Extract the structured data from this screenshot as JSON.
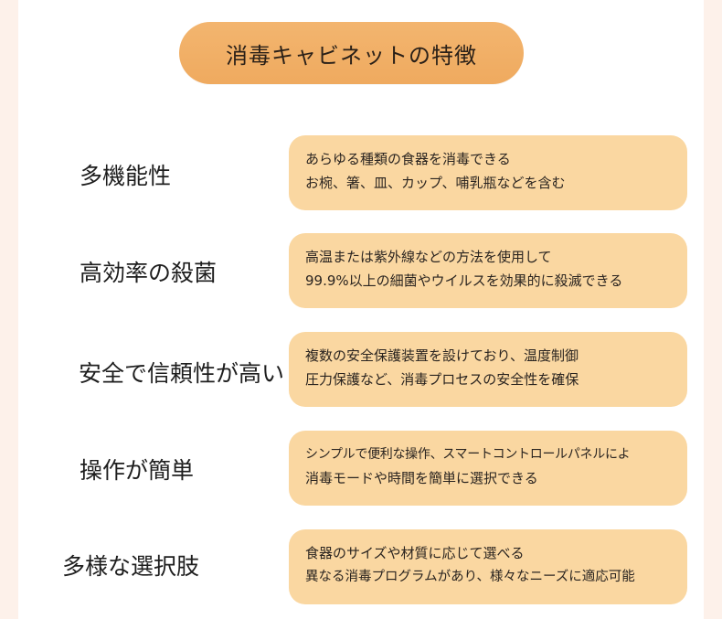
{
  "title": "消毒キャビネットの特徴",
  "features": [
    {
      "label": "多機能性",
      "lines": [
        "あらゆる種類の食器を消毒できる",
        "お椀、箸、皿、カップ、哺乳瓶などを含む"
      ]
    },
    {
      "label": "高効率の殺菌",
      "lines": [
        "高温または紫外線などの方法を使用して",
        "99.9%以上の細菌やウイルスを効果的に殺滅できる"
      ]
    },
    {
      "label": "安全で信頼性が高い",
      "lines": [
        "複数の安全保護装置を設けており、温度制御",
        "圧力保護など、消毒プロセスの安全性を確保"
      ]
    },
    {
      "label": "操作が簡単",
      "lines": [
        "シンプルで便利な操作、スマートコントロールパネルによ",
        "消毒モードや時間を簡単に選択できる"
      ]
    },
    {
      "label": "多様な選択肢",
      "lines": [
        "食器のサイズや材質に応じて選べる",
        "異なる消毒プログラムがあり、様々なニーズに適応可能"
      ]
    }
  ]
}
